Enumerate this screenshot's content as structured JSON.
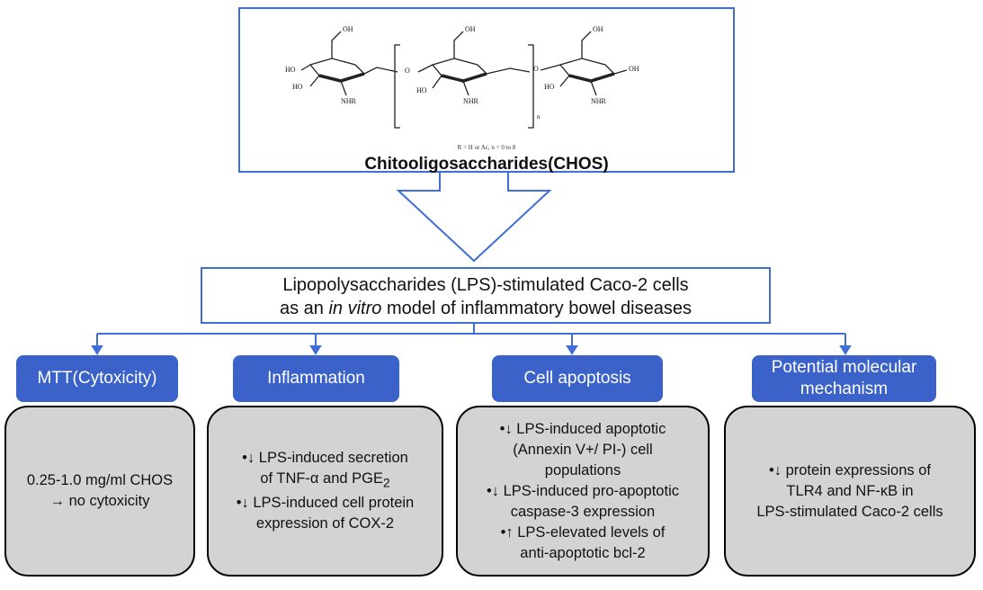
{
  "top": {
    "title": "Chitooligosaccharides(CHOS)",
    "chem": {
      "oh": "OH",
      "ho": "HO",
      "nhr": "NHR",
      "o": "O",
      "n": "n",
      "note": "R = H or Ac, n = 0 to 8"
    }
  },
  "lps": {
    "line1": "Lipopolysaccharides (LPS)-stimulated Caco-2 cells",
    "line2_pre": "as an ",
    "line2_em": "in vitro",
    "line2_post": " model of inflammatory bowel diseases"
  },
  "categories": [
    {
      "label": "MTT(Cytoxicity)"
    },
    {
      "label": "Inflammation"
    },
    {
      "label": "Cell apoptosis"
    },
    {
      "label_line1": "Potential molecular",
      "label_line2": "mechanism"
    }
  ],
  "panels": {
    "mtt": {
      "line1": "0.25-1.0 mg/ml CHOS",
      "line2": "→ no cytoxicity"
    },
    "inflammation": {
      "line1": "•↓ LPS-induced secretion",
      "line2_pre": "of TNF-α and PGE",
      "line2_sub": "2",
      "line3": "•↓ LPS-induced cell protein",
      "line4": "expression of COX-2"
    },
    "apoptosis": {
      "line1": "•↓ LPS-induced apoptotic",
      "line2": "(Annexin V+/ PI-) cell",
      "line3": "populations",
      "line4": "•↓ LPS-induced pro-apoptotic",
      "line5": "caspase-3 expression",
      "line6": "•↑ LPS-elevated levels of",
      "line7": "anti-apoptotic bcl-2"
    },
    "mechanism": {
      "line1": "•↓ protein expressions of",
      "line2": "TLR4 and NF-κB in",
      "line3": "LPS-stimulated Caco-2 cells"
    }
  },
  "colors": {
    "accent": "#3d6fd6",
    "category_fill": "#3b62c9",
    "panel_fill": "#d3d3d3"
  }
}
